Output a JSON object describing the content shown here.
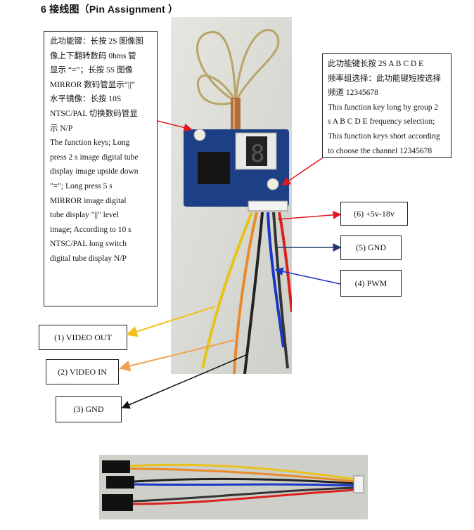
{
  "section": {
    "heading": "6  接线图（Pin Assignment  ）"
  },
  "left_note": {
    "lines": [
      "此功能键：长按 2S 图像图",
      "像上下翻转数码  0hms 管",
      "显示 “=”；长按 5S 图像",
      "MIRROR 数码管显示“||”",
      "水平镜像：长按 10S",
      "NTSC/PAL 切换数码管显",
      "示 N/P",
      "The function keys; Long",
      "press 2 s image digital tube",
      "display image upside down",
      "\"=\"; Long press 5 s",
      "MIRROR image digital",
      "tube display \"||\" level",
      "image; According to 10 s",
      "NTSC/PAL long switch",
      "digital tube display N/P"
    ]
  },
  "right_note": {
    "lines": [
      "此功能键长按 2S   A B C D E",
      "频率组选择：此功能键短按选择",
      "频道 12345678",
      "This function key long by group 2",
      "s A B C D E frequency selection;",
      "This function keys short according",
      "to choose the channel 12345678"
    ]
  },
  "pins": {
    "p6": "(6) +5v-18v",
    "p5": "(5) GND",
    "p4": "(4) PWM",
    "p1": "(1) VIDEO OUT",
    "p2": "(2) VIDEO IN",
    "p3": "(3) GND"
  },
  "display": {
    "digit": "8"
  },
  "colors": {
    "red_arrow": "#e0161b",
    "navy_arrow": "#1f3a6b",
    "blue_arrow": "#1a35c8",
    "yellow_arrow": "#f2c21a",
    "orange_arrow": "#f0a050",
    "black_arrow": "#111111"
  }
}
